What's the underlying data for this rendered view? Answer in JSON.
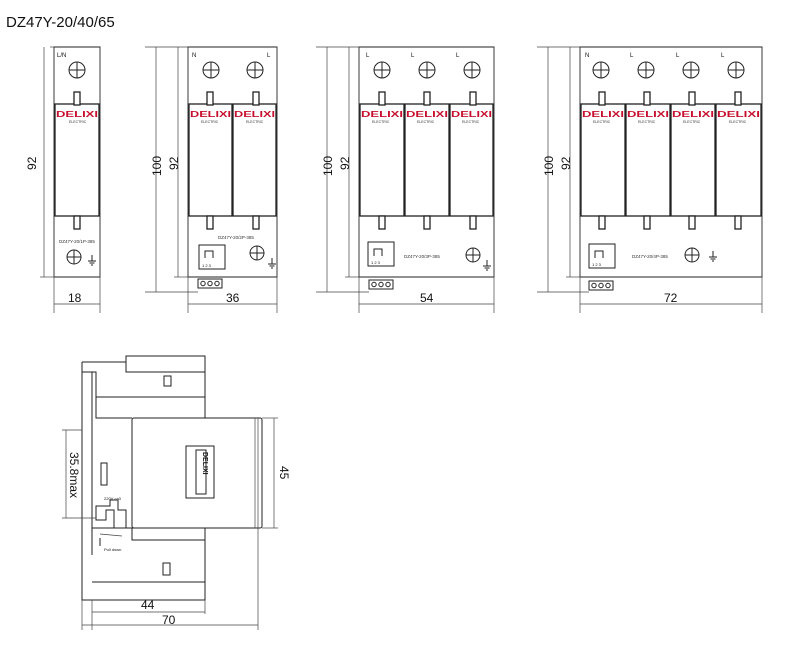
{
  "title": "DZ47Y-20/40/65",
  "brand": "DELIXI",
  "brand_sub": "ELECTRIC",
  "units": [
    {
      "width_label": "18",
      "height_label": "92",
      "terminals": [
        "L/N"
      ],
      "model": "DZ47Y-20/1P-385"
    },
    {
      "width_label": "36",
      "height_label": "92",
      "outer_height_label": "100",
      "terminals": [
        "N",
        "L"
      ],
      "model": "DZ47Y-20/2P-385",
      "indicator_digits": "1 2 3"
    },
    {
      "width_label": "54",
      "height_label": "92",
      "outer_height_label": "100",
      "terminals": [
        "L",
        "L",
        "L"
      ],
      "model": "DZ47Y-20/3P-385",
      "indicator_digits": "1 2 3"
    },
    {
      "width_label": "72",
      "height_label": "92",
      "outer_height_label": "100",
      "terminals": [
        "N",
        "L",
        "L",
        "L"
      ],
      "model": "DZ47Y-20/4P-385",
      "indicator_digits": "1 2 3"
    }
  ],
  "side_view": {
    "depth_label": "35.8max",
    "height_label": "45",
    "inner_width_label": "44",
    "total_width_label": "70",
    "label_a": "220V ca3",
    "label_b": "Pull down",
    "nameplate": "DELIXI"
  }
}
